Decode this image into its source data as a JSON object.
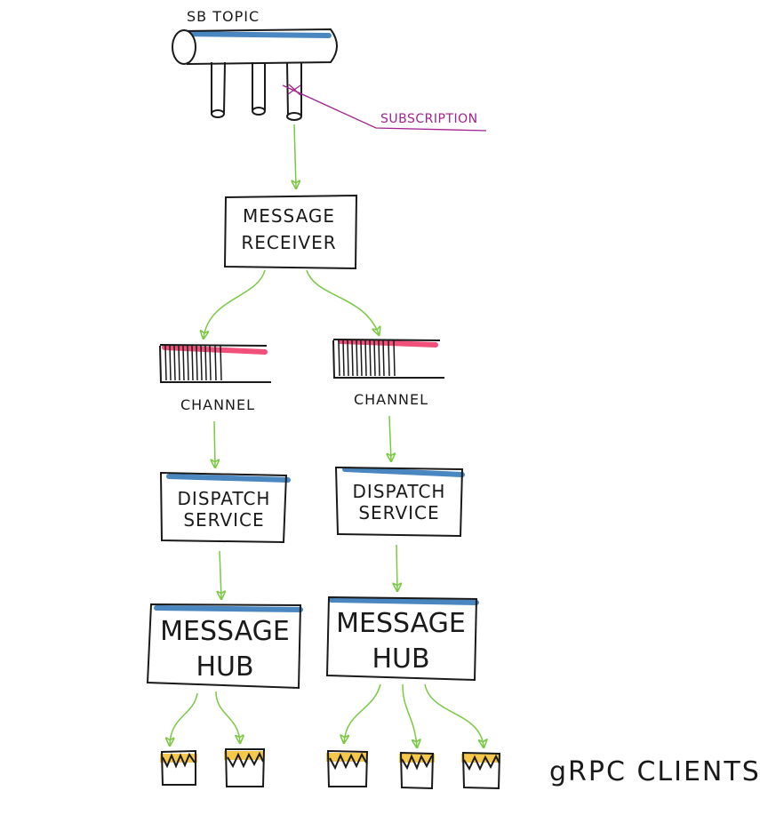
{
  "labels": {
    "topic": "SB TOPIC",
    "subscription": "SUBSCRIPTION",
    "receiver_line1": "MESSAGE",
    "receiver_line2": "RECEIVER",
    "channel": "CHANNEL",
    "dispatch_line1": "DISPATCH",
    "dispatch_line2": "SERVICE",
    "hub_line1": "MESSAGE",
    "hub_line2": "HUB",
    "clients": "gRPC CLIENTS"
  },
  "colors": {
    "ink": "#1a1a1a",
    "arrow": "#7ac943",
    "accent_blue": "#4a86c0",
    "accent_pink": "#f0507a",
    "subscription": "#a2228e",
    "client_fill": "#f5c84a"
  }
}
